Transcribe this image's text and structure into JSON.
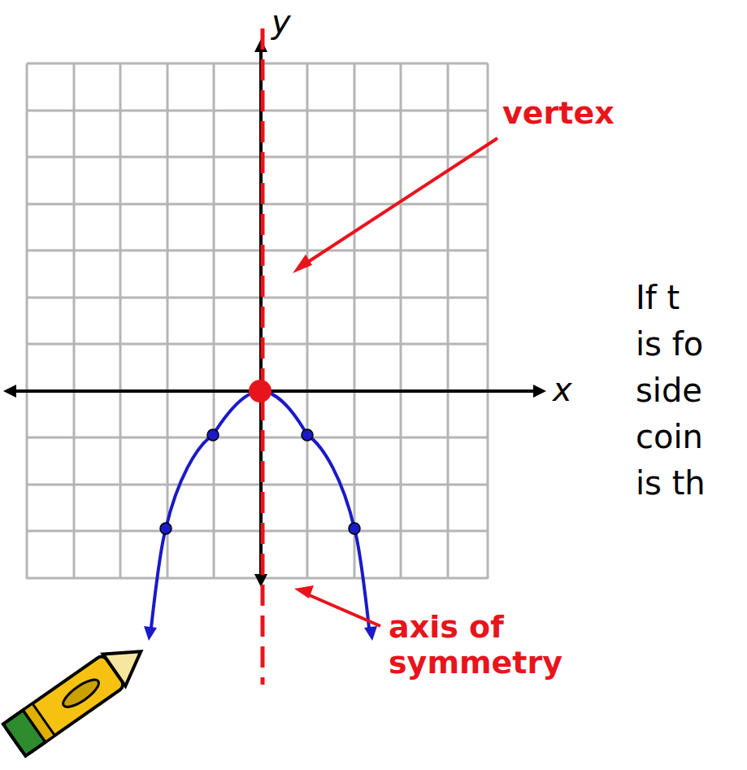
{
  "diagram": {
    "labels": [
      "y",
      "x",
      "vertex",
      "If t is fo side coin is th",
      "axis of symmetry"
    ]
  }
}
